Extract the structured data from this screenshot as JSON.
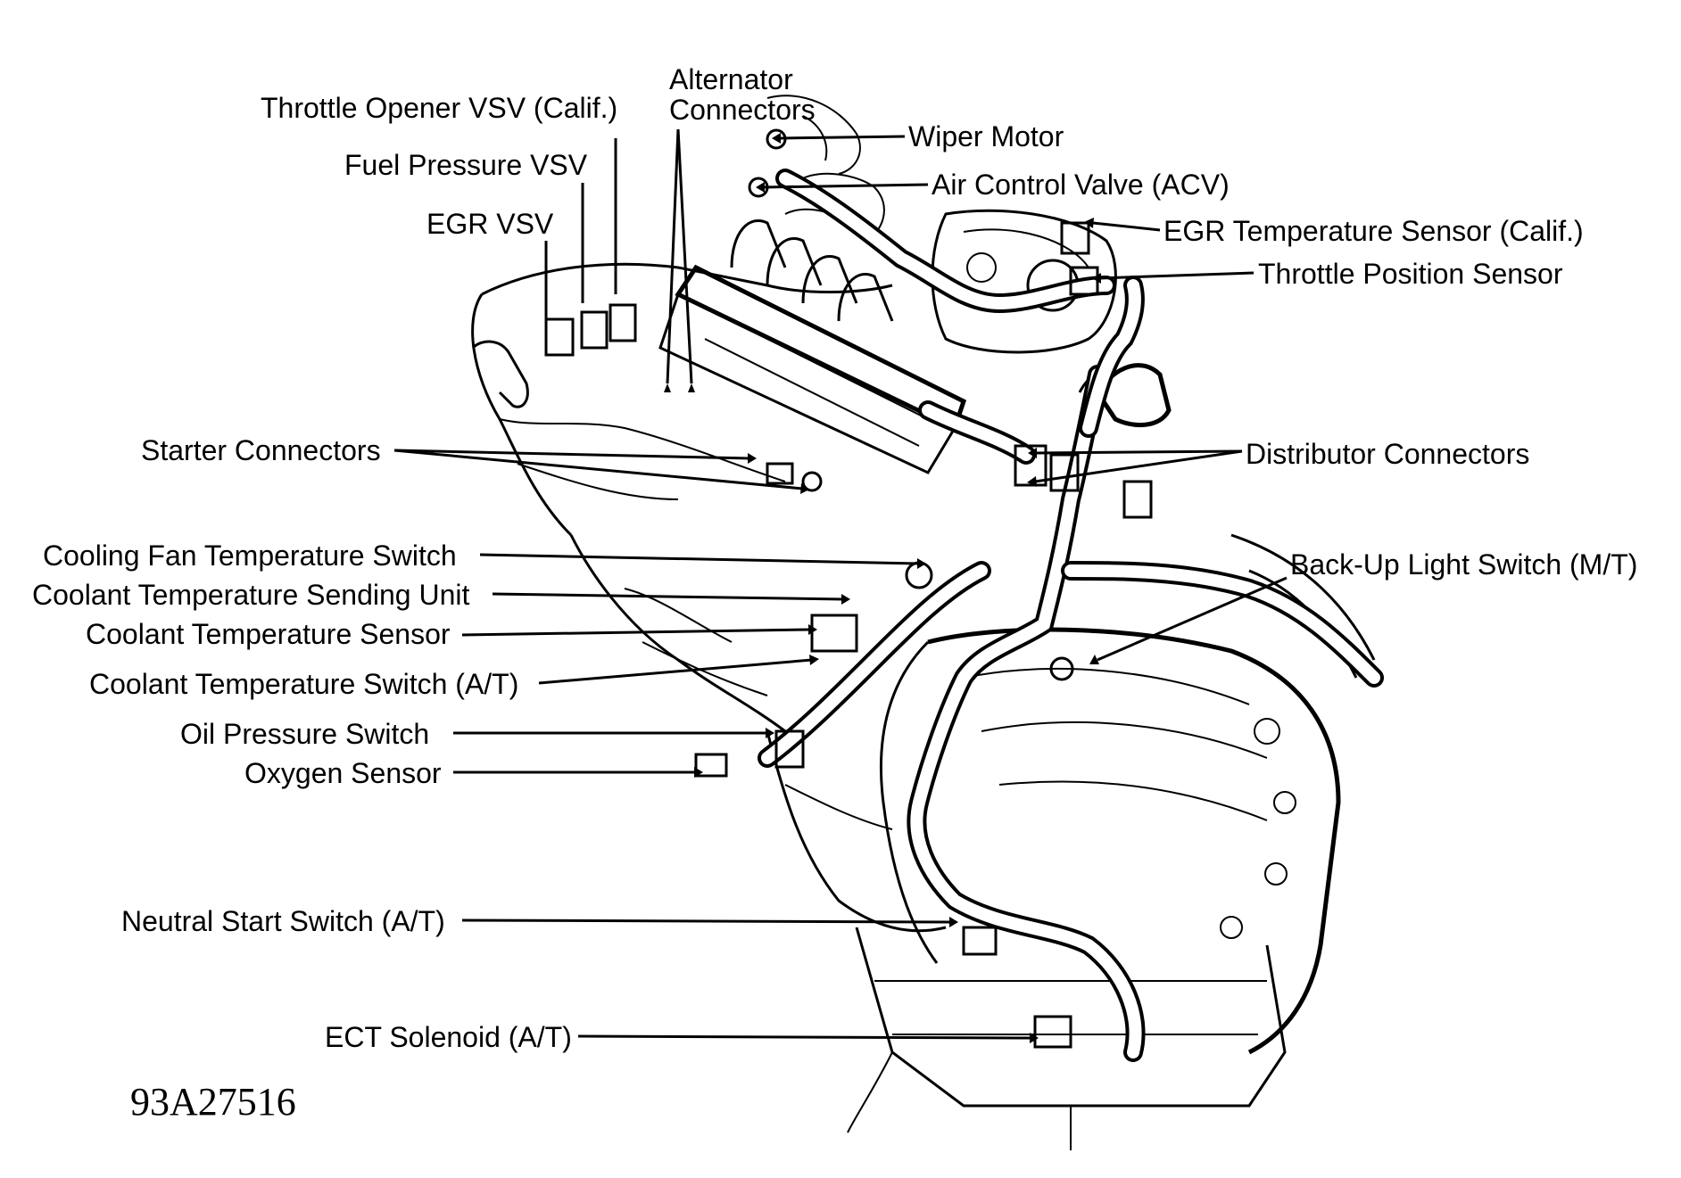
{
  "diagram": {
    "figure_code": "93A27516",
    "labels": {
      "alternator_connectors_l1": "Alternator",
      "alternator_connectors_l2": "Connectors",
      "throttle_opener_vsv": "Throttle Opener VSV (Calif.)",
      "fuel_pressure_vsv": "Fuel Pressure VSV",
      "egr_vsv": "EGR VSV",
      "wiper_motor": "Wiper Motor",
      "air_control_valve": "Air Control Valve (ACV)",
      "egr_temperature_sensor": "EGR Temperature Sensor (Calif.)",
      "throttle_position_sensor": "Throttle Position Sensor",
      "starter_connectors": "Starter Connectors",
      "distributor_connectors": "Distributor Connectors",
      "cooling_fan_temperature_switch": "Cooling Fan Temperature Switch",
      "coolant_temperature_sending_unit": "Coolant Temperature Sending Unit",
      "coolant_temperature_sensor": "Coolant Temperature Sensor",
      "coolant_temperature_switch": "Coolant Temperature Switch (A/T)",
      "back_up_light_switch": "Back-Up Light Switch (M/T)",
      "oil_pressure_switch": "Oil Pressure Switch",
      "oxygen_sensor": "Oxygen Sensor",
      "neutral_start_switch": "Neutral Start Switch (A/T)",
      "ect_solenoid": "ECT Solenoid (A/T)"
    }
  }
}
